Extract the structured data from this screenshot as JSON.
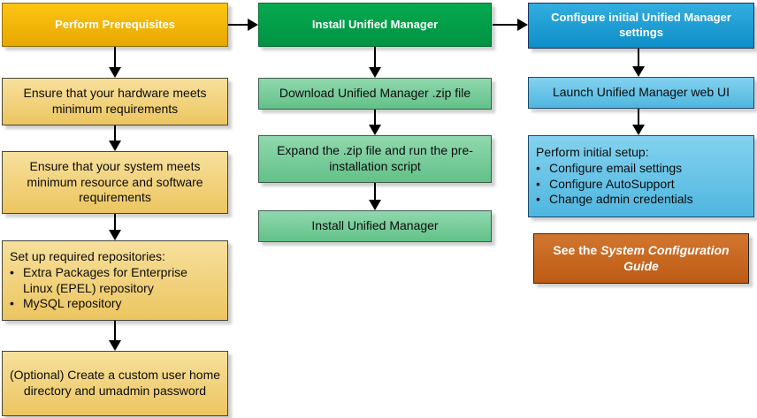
{
  "columns": [
    {
      "header": "Perform Prerequisites",
      "steps": [
        {
          "text": "Ensure that your hardware meets minimum requirements"
        },
        {
          "text": "Ensure that your system meets minimum resource and software requirements"
        },
        {
          "intro": "Set up required repositories:",
          "bullets": [
            "Extra Packages for Enterprise Linux (EPEL) repository",
            "MySQL repository"
          ]
        },
        {
          "text": "(Optional) Create a custom user home directory and umadmin password"
        }
      ]
    },
    {
      "header": "Install Unified Manager",
      "steps": [
        {
          "text": "Download Unified Manager .zip file"
        },
        {
          "text": "Expand the .zip file and run the pre-installation script"
        },
        {
          "text": "Install Unified Manager"
        }
      ]
    },
    {
      "header": "Configure initial Unified Manager settings",
      "steps": [
        {
          "text": "Launch Unified Manager web UI"
        },
        {
          "intro": "Perform initial setup:",
          "bullets": [
            "Configure email settings",
            "Configure AutoSupport",
            "Change admin credentials"
          ]
        }
      ],
      "note": {
        "prefix": "See the ",
        "italic_title": "System Configuration Guide"
      }
    }
  ],
  "bullet_glyph": "•",
  "colors": {
    "prerequisites_header_bg": "#F2BB0A",
    "prerequisites_step_bg": "#F0D07A",
    "install_header_bg": "#00A04A",
    "install_step_bg": "#7ACD9E",
    "configure_header_bg": "#189CD3",
    "configure_step_bg": "#6FC8EA",
    "note_bg": "#C96A22",
    "header_text": "#FFFFFF",
    "step_text": "#000000",
    "arrow": "#000000"
  }
}
